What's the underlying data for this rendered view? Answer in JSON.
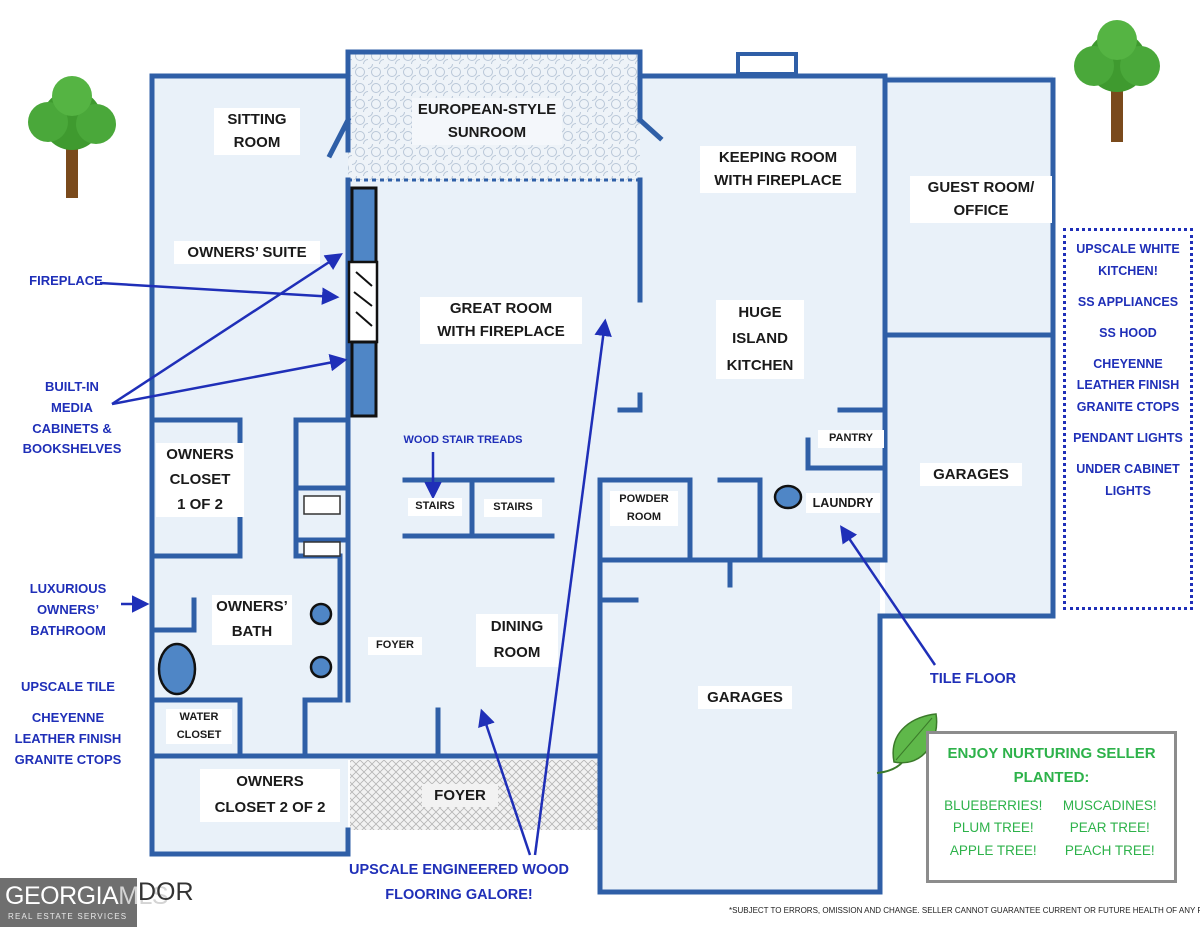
{
  "rooms": {
    "sitting_room": "SITTING\nROOM",
    "sunroom": "EUROPEAN-STYLE\nSUNROOM",
    "keeping_room": "KEEPING ROOM\nWITH FIREPLACE",
    "guest_room": "GUEST ROOM/\nOFFICE",
    "owners_suite": "OWNERS’ SUITE",
    "great_room": "GREAT ROOM\nWITH FIREPLACE",
    "kitchen": "HUGE\nISLAND\nKITCHEN",
    "pantry": "PANTRY",
    "garages_right": "GARAGES",
    "owners_closet_1": "OWNERS\nCLOSET\n1 OF 2",
    "stairs_1": "STAIRS",
    "stairs_2": "STAIRS",
    "powder_room": "POWDER\nROOM",
    "laundry": "LAUNDRY",
    "owners_bath": "OWNERS’\nBATH",
    "foyer_inner": "FOYER",
    "dining_room": "DINING\nROOM",
    "garages_main": "GARAGES",
    "water_closet": "WATER\nCLOSET",
    "owners_closet_2": "OWNERS\nCLOSET 2 OF 2",
    "foyer_front": "FOYER"
  },
  "annotations": {
    "fireplace": "FIREPLACE",
    "built_in": "BUILT-IN\nMEDIA\nCABINETS &\nBOOKSHELVES",
    "wood_stair_treads": "WOOD STAIR TREADS",
    "luxurious_bath": "LUXURIOUS\nOWNERS’\nBATHROOM",
    "upscale_tile": "UPSCALE TILE",
    "cheyenne_left": "CHEYENNE\nLEATHER FINISH\nGRANITE CTOPS",
    "tile_floor": "TILE FLOOR",
    "engineered_wood": "UPSCALE ENGINEERED WOOD\nFLOORING GALORE!"
  },
  "kitchen_features": [
    "UPSCALE WHITE\nKITCHEN!",
    "SS APPLIANCES",
    "SS HOOD",
    "CHEYENNE\nLEATHER FINISH\nGRANITE CTOPS",
    "PENDANT LIGHTS",
    "UNDER CABINET\nLIGHTS"
  ],
  "seller_box": {
    "title": "ENJOY NURTURING SELLER\nPLANTED:",
    "plants": [
      "BLUEBERRIES!",
      "MUSCADINES!",
      "PLUM TREE!",
      "PEAR TREE!",
      "APPLE TREE!",
      "PEACH TREE!"
    ]
  },
  "disclaimer": "*SUBJECT TO ERRORS, OMISSION AND CHANGE. SELLER CANNOT GUARANTEE CURRENT OR FUTURE HEALTH OF ANY PLANT",
  "logo": {
    "brand": "GEORGIA",
    "brand_accent": "MLS",
    "tagline": "REAL ESTATE SERVICES",
    "tail_text": "DOR"
  },
  "colors": {
    "wall": "#2f5fa7",
    "floor": "#e9f1f9",
    "fixture": "#4f86c6",
    "annotation": "#1f2fb8",
    "green_text": "#2db24a"
  }
}
